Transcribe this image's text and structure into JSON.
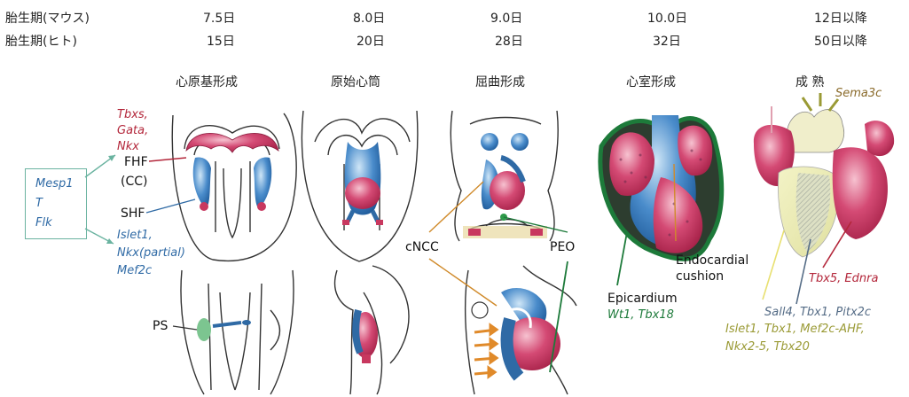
{
  "header": {
    "rows": [
      {
        "label": "胎生期(マウス)",
        "values": [
          "7.5日",
          "8.0日",
          "9.0日",
          "10.0日",
          "12日以降"
        ]
      },
      {
        "label": "胎生期(ヒト)",
        "values": [
          "15日",
          "20日",
          "28日",
          "32日",
          "50日以降"
        ]
      }
    ]
  },
  "stages": [
    "心原基形成",
    "原始心筒",
    "屈曲形成",
    "心室形成",
    "成 熟"
  ],
  "left_box": [
    "Mesp1",
    "T",
    "Flk"
  ],
  "genes_top": [
    "Tbxs,",
    "Gata,",
    "Nkx"
  ],
  "labels": {
    "fhf": "FHF",
    "cc": "(CC)",
    "shf": "SHF",
    "ps": "PS",
    "cncc": "cNCC",
    "peo": "PEO",
    "endocardial": [
      "Endocardial",
      "cushion"
    ],
    "epicardium": "Epicardium"
  },
  "genes_shf": [
    "Islet1,",
    "Nkx(partial)",
    "Mef2c"
  ],
  "genes_epi": "Wt1, Tbx18",
  "genes_sema": "Sema3c",
  "genes_lv": "Tbx5, Ednra",
  "genes_rv": [
    "Sall4, Tbx1, Pitx2c",
    "Islet1, Tbx1, Mef2c-AHF,",
    "Nkx2-5, Tbx20"
  ],
  "colors": {
    "red": "#b3263a",
    "blue": "#2f6aa5",
    "green": "#1d7a3a",
    "olive": "#9a9a35",
    "teal_box": "#6ab3a0",
    "pink": "#c8385f"
  }
}
